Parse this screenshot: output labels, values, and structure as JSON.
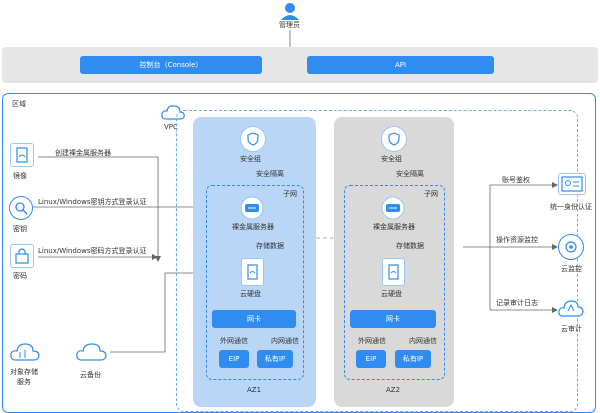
{
  "top": {
    "admin_label": "管理员",
    "console_label": "控制台（Console）",
    "api_label": "API"
  },
  "region": {
    "label": "区域",
    "vpc_label": "VPC"
  },
  "left": {
    "image_label": "镜像",
    "key_label": "密钥",
    "password_label": "密码",
    "create_label": "创建裸金属服务器",
    "key_login_label": "Linux/Windows密钥方式登录认证",
    "pwd_login_label": "Linux/Windows密码方式登录认证",
    "obs_label_1": "对象存储",
    "obs_label_2": "服务",
    "backup_label": "云备份"
  },
  "az1": {
    "name": "AZ1",
    "security_group": "安全组",
    "security_isolation": "安全隔离",
    "subnet": "子网",
    "bms": "裸金属服务器",
    "storage_data": "存储数据",
    "evs": "云硬盘",
    "nic": "网卡",
    "ext_comm": "外网通信",
    "int_comm": "内网通信",
    "eip": "EIP",
    "private_ip": "私有IP"
  },
  "az2": {
    "name": "AZ2",
    "security_group": "安全组",
    "security_isolation": "安全隔离",
    "subnet": "子网",
    "bms": "裸金属服务器",
    "storage_data": "存储数据",
    "evs": "云硬盘",
    "nic": "网卡",
    "ext_comm": "外网通信",
    "int_comm": "内网通信",
    "eip": "EIP",
    "private_ip": "私有IP"
  },
  "right": {
    "account_auth": "账号鉴权",
    "iam_label": "统一身份认证",
    "monitor_ops": "操作资源监控",
    "ces_label": "云监控",
    "audit_log": "记录审计日志",
    "cts_label": "云审计"
  }
}
